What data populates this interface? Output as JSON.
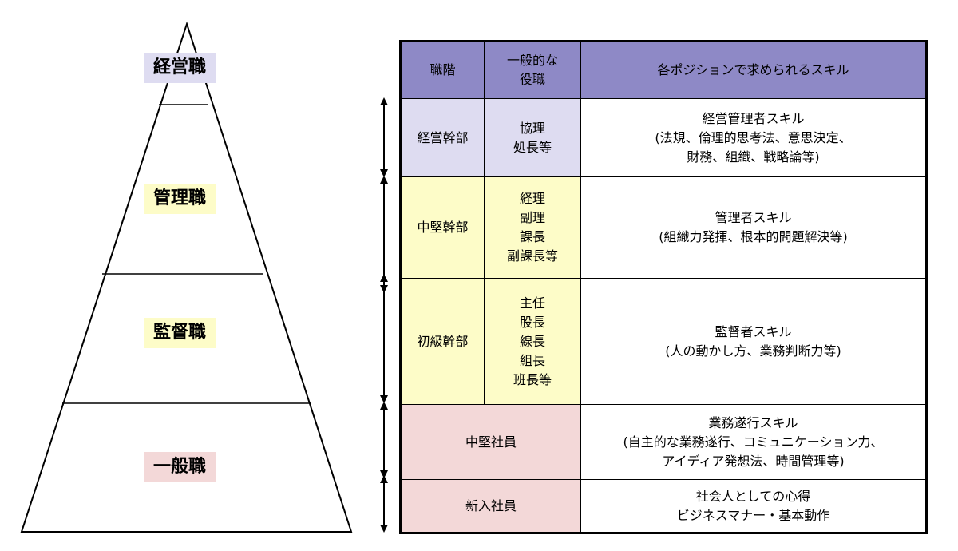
{
  "pyramid": {
    "levels": [
      {
        "label": "経営職",
        "bg": "#dedcf1"
      },
      {
        "label": "管理職",
        "bg": "#fdfcc8"
      },
      {
        "label": "監督職",
        "bg": "#fdfcc8"
      },
      {
        "label": "一般職",
        "bg": "#f3d8d8"
      }
    ]
  },
  "table": {
    "headers": {
      "rank": "職階",
      "title": "一般的な\n役職",
      "skill": "各ポジションで求められるスキル"
    },
    "rows": [
      {
        "rank": "経営幹部",
        "titles": "協理\n処長等",
        "skill": "経営管理者スキル\n(法規、倫理的思考法、意思決定、\n財務、組織、戦略論等)"
      },
      {
        "rank": "中堅幹部",
        "titles": "経理\n副理\n課長\n副課長等",
        "skill": "管理者スキル\n(組織力発揮、根本的問題解決等)"
      },
      {
        "rank": "初級幹部",
        "titles": "主任\n股長\n線長\n組長\n班長等",
        "skill": "監督者スキル\n(人の動かし方、業務判断力等)"
      },
      {
        "rank": "中堅社員",
        "skill": "業務遂行スキル\n(自主的な業務遂行、コミュニケーション力、\nアイディア発想法、時間管理等)"
      },
      {
        "rank": "新入社員",
        "skill": "社会人としての心得\nビジネスマナー・基本動作"
      }
    ]
  },
  "colors": {
    "header": "#8e89c6",
    "executive": "#dedcf1",
    "management": "#fdfcc8",
    "general": "#f3d8d8"
  }
}
